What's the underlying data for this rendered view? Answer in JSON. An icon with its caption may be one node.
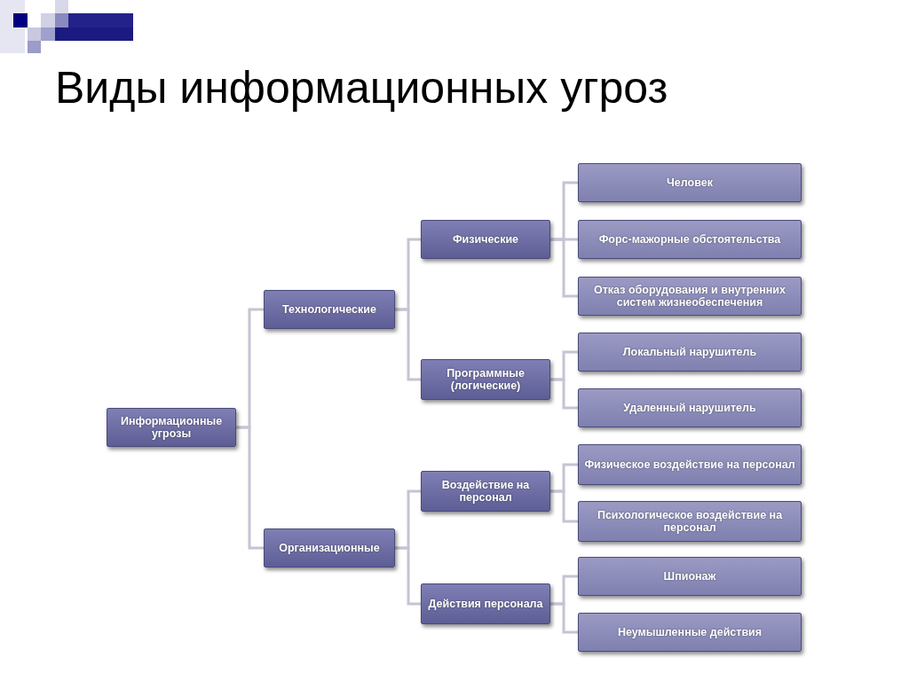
{
  "diagram": {
    "title": "Виды информационных угроз",
    "nodes": [
      {
        "text": [
          "Информационные угрозы"
        ]
      },
      {
        "text": [
          "Технологические"
        ]
      },
      {
        "text": [
          "Организационные"
        ]
      },
      {
        "text": [
          "Физические"
        ]
      },
      {
        "text": [
          "Программные (логические)"
        ]
      },
      {
        "text": [
          "Воздействие на персонал"
        ]
      },
      {
        "text": [
          "Действия персонала"
        ]
      },
      {
        "text": [
          "Человек"
        ]
      },
      {
        "text": [
          "Форс-мажорные обстоятельства"
        ]
      },
      {
        "text": [
          "Отказ оборудования и внутренних систем жизнеобеспечения"
        ]
      },
      {
        "text": [
          "Локальный нарушитель"
        ]
      },
      {
        "text": [
          "Удаленный нарушитель"
        ]
      },
      {
        "text": [
          "Физическое воздействие на персонал"
        ]
      },
      {
        "text": [
          "Психологическое воздействие на персонал"
        ]
      },
      {
        "text": [
          "Шпионаж"
        ]
      },
      {
        "text": [
          "Неумышленные действия"
        ]
      }
    ],
    "edges": [
      {
        "from": 0,
        "to": 1,
        "arrow": "none"
      },
      {
        "from": 0,
        "to": 2,
        "arrow": "none"
      },
      {
        "from": 1,
        "to": 3,
        "arrow": "none"
      },
      {
        "from": 1,
        "to": 4,
        "arrow": "none"
      },
      {
        "from": 2,
        "to": 5,
        "arrow": "none"
      },
      {
        "from": 2,
        "to": 6,
        "arrow": "none"
      },
      {
        "from": 3,
        "to": 7,
        "arrow": "none"
      },
      {
        "from": 3,
        "to": 8,
        "arrow": "none"
      },
      {
        "from": 3,
        "to": 9,
        "arrow": "none"
      },
      {
        "from": 4,
        "to": 10,
        "arrow": "none"
      },
      {
        "from": 4,
        "to": 11,
        "arrow": "none"
      },
      {
        "from": 5,
        "to": 12,
        "arrow": "none"
      },
      {
        "from": 5,
        "to": 13,
        "arrow": "none"
      },
      {
        "from": 6,
        "to": 14,
        "arrow": "none"
      },
      {
        "from": 6,
        "to": 15,
        "arrow": "none"
      }
    ]
  }
}
